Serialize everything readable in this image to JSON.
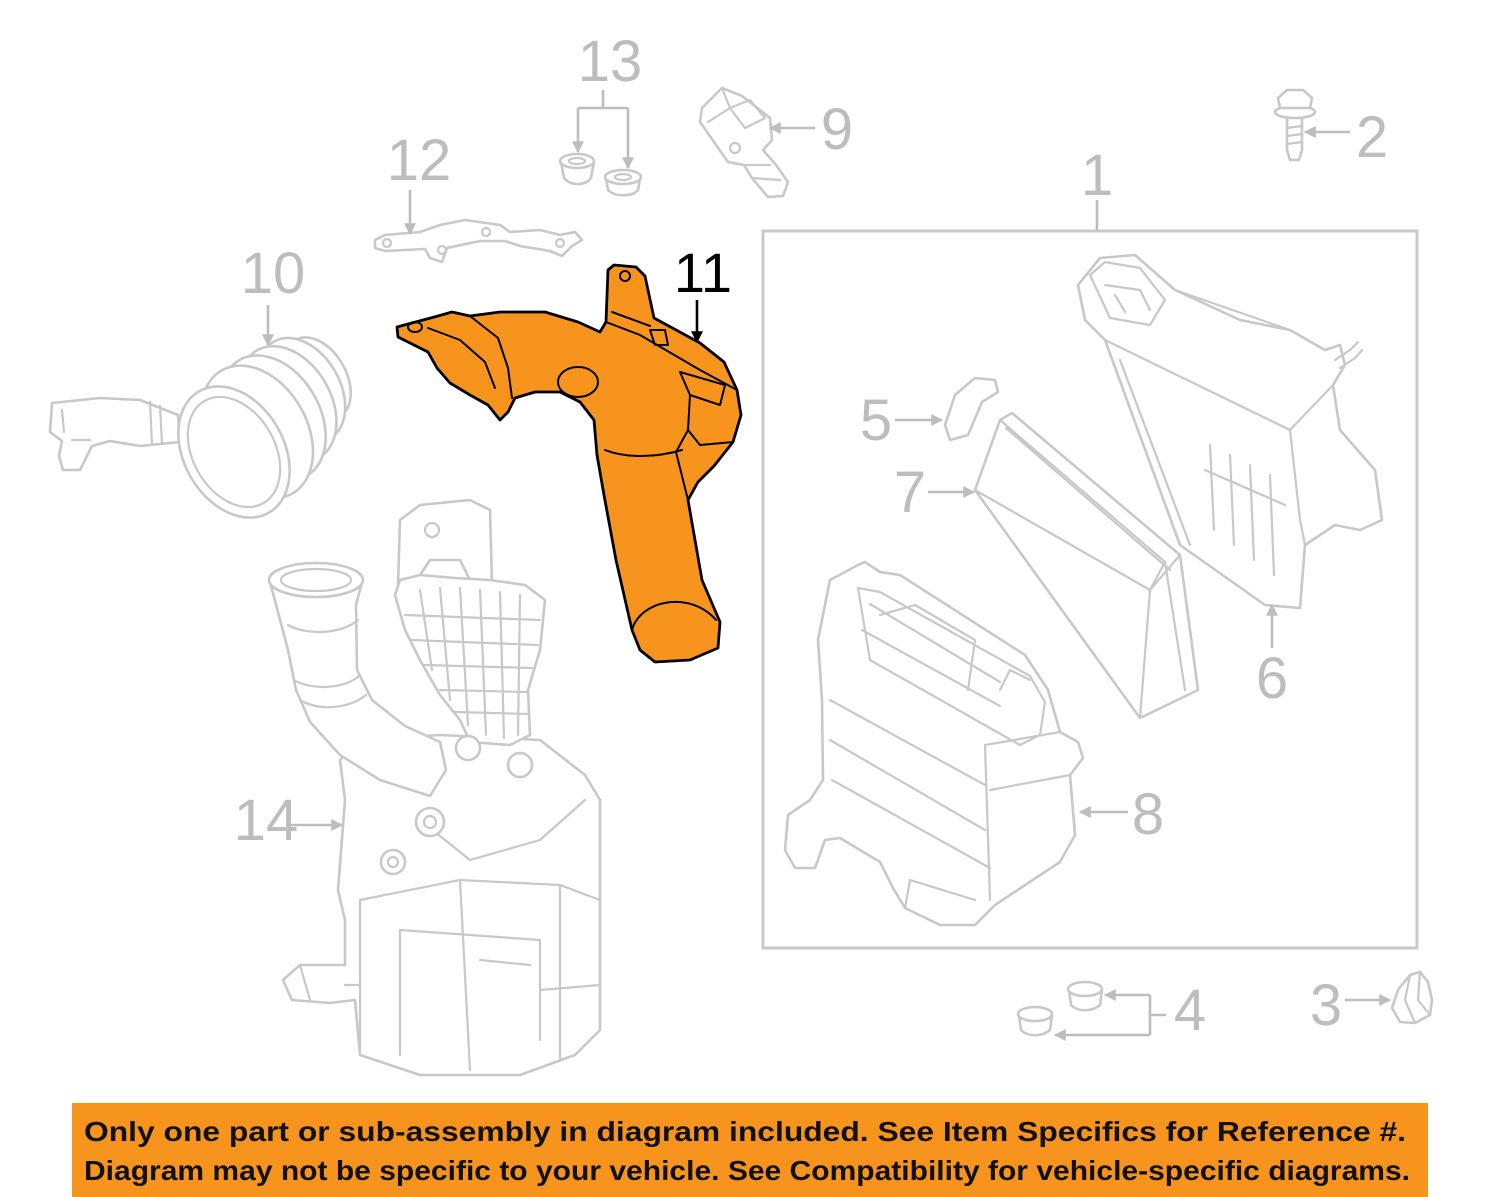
{
  "diagram": {
    "callouts": {
      "c1": "1",
      "c2": "2",
      "c3": "3",
      "c4": "4",
      "c5": "5",
      "c6": "6",
      "c7": "7",
      "c8": "8",
      "c9": "9",
      "c10": "10",
      "c11": "11",
      "c12": "12",
      "c13": "13",
      "c14": "14"
    }
  },
  "notice_banner": {
    "line1": "Only one part or sub-assembly in diagram included. See Item Specifics for Reference #.",
    "line2": "Diagram may not be specific to your vehicle. See Compatibility for vehicle-specific diagrams."
  },
  "colors": {
    "highlight_part": "#F7941D",
    "highlight_outline": "#000000",
    "part_outline": "#C8C8C8",
    "callout_text": "#BDBDBD",
    "banner_background": "#F7941D",
    "banner_text": "#111111"
  }
}
